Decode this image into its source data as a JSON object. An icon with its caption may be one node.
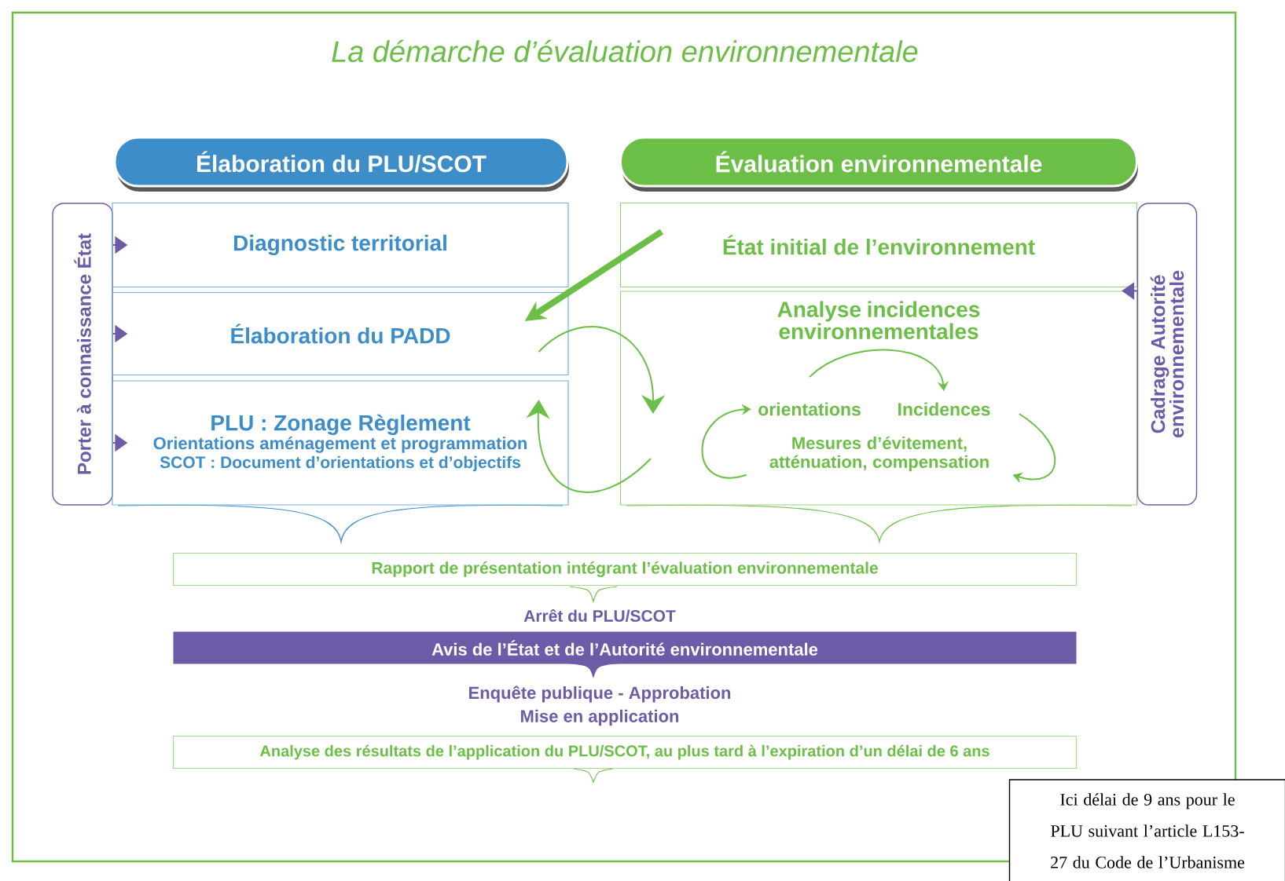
{
  "diagram": {
    "title": "La démarche d’évaluation environnementale",
    "nodes": [
      {
        "text": [
          "Élaboration du PLU/SCOT"
        ]
      },
      {
        "text": [
          "Évaluation environnementale"
        ]
      },
      {
        "text": [
          "Porter à connaissance État"
        ]
      },
      {
        "text": [
          "Diagnostic territorial"
        ]
      },
      {
        "text": [
          "Élaboration du PADD"
        ]
      },
      {
        "text": [
          "PLU : Zonage Règlement",
          "Orientations aménagement et programmation",
          "**SCOT :** Document d’orientations et d’objectifs"
        ]
      },
      {
        "text": [
          "État initial de l’environnement"
        ]
      },
      {
        "text": [
          "Analyse incidences environnementales"
        ]
      },
      {
        "text": [
          "orientations"
        ],
        "in": 7
      },
      {
        "text": [
          "Incidences"
        ],
        "in": 7
      },
      {
        "text": [
          "Mesures d’évitement, atténuation, compensation"
        ],
        "in": 7
      },
      {
        "text": [
          "Cadrage Autorité environnementale"
        ]
      },
      {
        "text": [
          "Rapport de présentation intégrant l’évaluation environnementale"
        ]
      },
      {
        "text": [
          "Avis de l’État et de l’Autorité environnementale"
        ]
      },
      {
        "text": [
          "Analyse des résultats de l’application du PLU/SCOT, au plus tard à l’expiration d’un délai de 6 ans"
        ]
      },
      {
        "text": [
          "Ici délai de 9 ans pour le PLU suivant l’article L153-27 du Code de l’Urbanisme"
        ]
      }
    ],
    "edges": [
      {
        "from": 6,
        "to": 4,
        "arrow": "to",
        "style": "thick"
      },
      {
        "from": 4,
        "to": 7,
        "arrow": "to"
      },
      {
        "from": 7,
        "to": 5,
        "arrow": "to"
      },
      {
        "from": 8,
        "to": 9,
        "arrow": "to"
      },
      {
        "from": 9,
        "to": 10,
        "arrow": "to"
      },
      {
        "from": 10,
        "to": 8,
        "arrow": "to"
      },
      {
        "from": 2,
        "to": 3,
        "arrow": "to",
        "color": "#6e5ba8"
      },
      {
        "from": 2,
        "to": 4,
        "arrow": "to",
        "color": "#6e5ba8"
      },
      {
        "from": 2,
        "to": 5,
        "arrow": "to",
        "color": "#6e5ba8"
      },
      {
        "from": 11,
        "to": 7,
        "arrow": "to",
        "color": "#6e5ba8"
      }
    ],
    "labels": [
      "Arrêt du PLU/SCOT",
      "Enquête publique - Approbation",
      "Mise en application"
    ]
  }
}
